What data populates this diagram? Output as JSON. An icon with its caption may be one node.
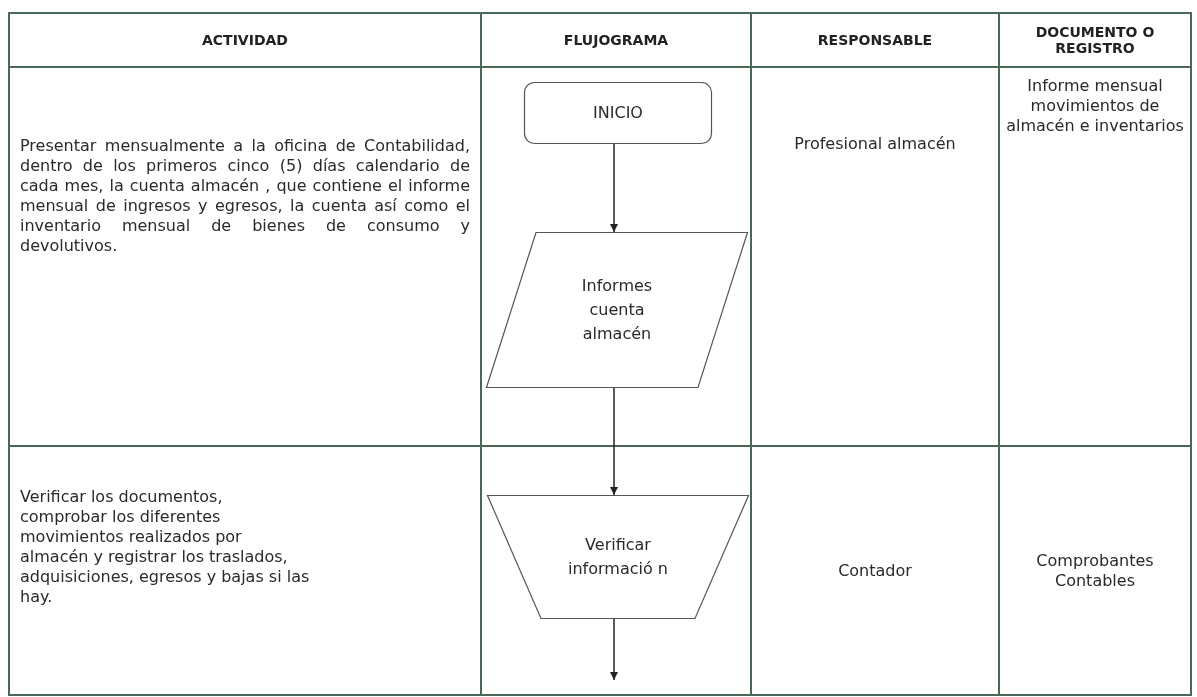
{
  "diagram": {
    "nodes": [
      {
        "text": [
          "INICIO"
        ]
      },
      {
        "text": [
          "Informes cuenta almacén"
        ]
      },
      {
        "text": [
          "Verificar informació n"
        ]
      }
    ],
    "edges": [
      {
        "from": 0,
        "to": 1,
        "arrow": "to"
      },
      {
        "from": 1,
        "to": 2,
        "arrow": "to"
      },
      {
        "from": 2,
        "to": null,
        "arrow": "to"
      }
    ],
    "labels": [
      "ACTIVIDAD",
      "FLUJOGRAMA",
      "RESPONSABLE",
      "DOCUMENTO O REGISTRO",
      "Presentar mensualmente a la oficina de Contabilidad, dentro de los primeros cinco (5) días calendario de cada mes, la cuenta almacén , que contiene el informe mensual de ingresos y egresos, la cuenta así como el inventario mensual de bienes de consumo y devolutivos.",
      "Profesional almacén",
      "Informe mensual movimientos de almacén e inventarios",
      "Verificar los documentos, comprobar los diferentes movimientos realizados por almacén y registrar los traslados, adquisiciones, egresos y bajas si las hay.",
      "Contador",
      "Comprobantes Contables"
    ]
  }
}
